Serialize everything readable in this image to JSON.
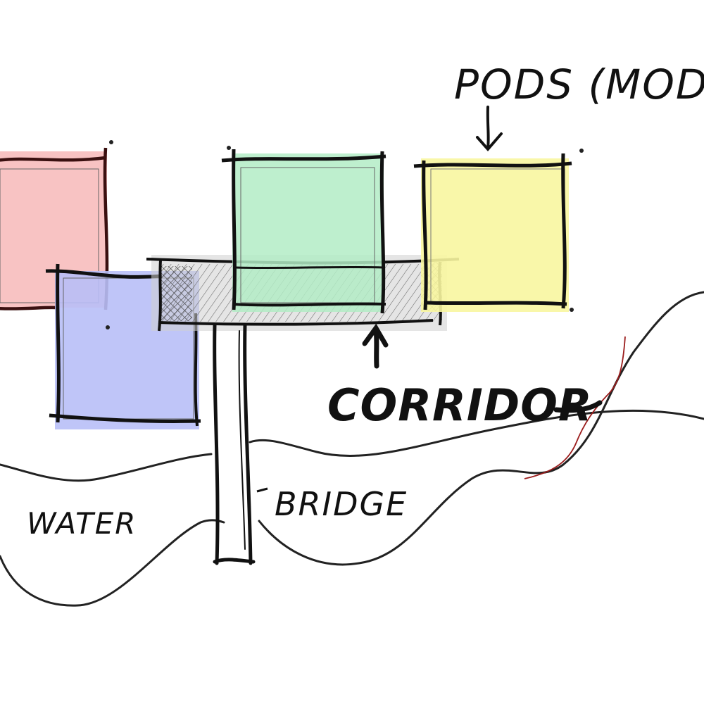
{
  "labels": {
    "pods": "PODS (MODUL",
    "corridor": "CORRIDOR",
    "bridge": "BRIDGE",
    "water": "WATER"
  },
  "colors": {
    "red_pod": "#f7b9b9",
    "blue_pod": "#b8bff7",
    "green_pod": "#b3ecc6",
    "yellow_pod": "#f8f6a0",
    "corridor": "#cfcfcf",
    "ink": "#111111",
    "red_line": "#9b1c1c"
  }
}
